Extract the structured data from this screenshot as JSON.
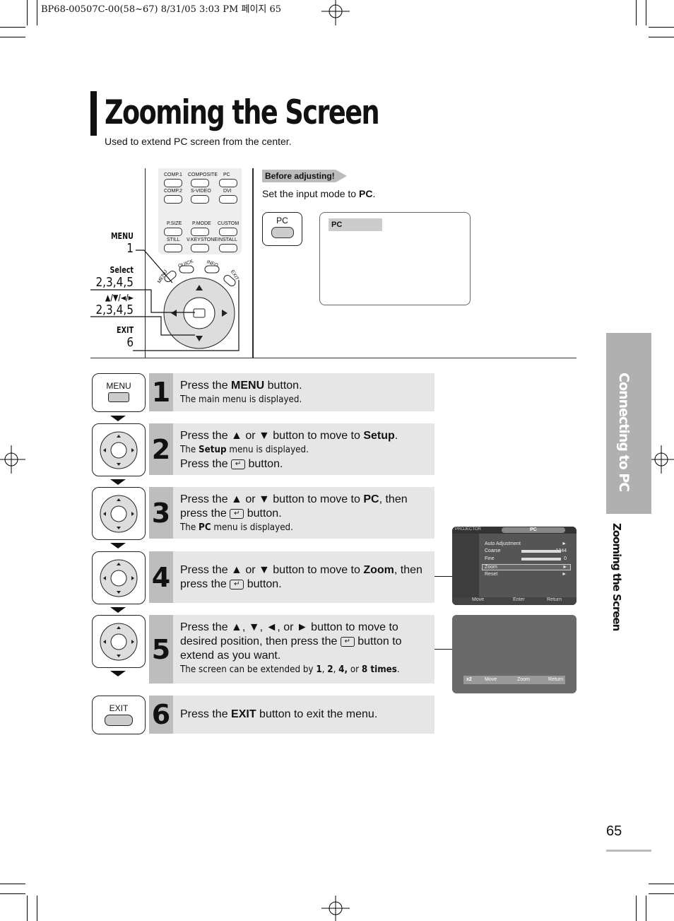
{
  "header": {
    "ref": "BP68-00507C-00(58~67)  8/31/05  3:03 PM 페이지 65"
  },
  "page": {
    "title": "Zooming the Screen",
    "subtitle": "Used to extend PC screen from the center."
  },
  "remote_labels": [
    {
      "name": "MENU",
      "num": "1"
    },
    {
      "name": "Select",
      "num": "2,3,4,5"
    },
    {
      "name": "▲/▼/◄/►",
      "num": "2,3,4,5"
    },
    {
      "name": "EXIT",
      "num": "6"
    }
  ],
  "remote_keys": [
    "COMP.1",
    "COMPOSITE",
    "PC",
    "COMP.2",
    "S-VIDEO",
    "DVI",
    "P.SIZE",
    "P.MODE",
    "CUSTOM",
    "STILL",
    "V.KEYSTONE",
    "INSTALL",
    "MENU",
    "QUICK",
    "INFO",
    "EXIT"
  ],
  "before": {
    "label": "Before adjusting!",
    "text_prefix": "Set the input mode to ",
    "text_bold": "PC",
    "text_suffix": ".",
    "button_label": "PC",
    "screen_tag": "PC"
  },
  "steps": [
    {
      "num": "1",
      "icon": "MENU",
      "lines": [
        {
          "pre": "Press the ",
          "b": "MENU",
          "post": " button."
        },
        {
          "small": true,
          "pre": "The main menu is displayed.",
          "b": "",
          "post": ""
        }
      ]
    },
    {
      "num": "2",
      "lines": [
        {
          "pre": "Press the ▲ or ▼ button to move to ",
          "b": "Setup",
          "post": "."
        },
        {
          "small": true,
          "pre": "The ",
          "b": "Setup",
          "post": " menu is displayed."
        },
        {
          "pre": "Press the ",
          "enter": true,
          "post2": " button."
        }
      ]
    },
    {
      "num": "3",
      "lines": [
        {
          "pre": "Press the ▲ or ▼ button to move to ",
          "b": "PC",
          "post": ", then"
        },
        {
          "pre": "press the ",
          "enter": true,
          "post2": " button."
        },
        {
          "small": true,
          "pre": "The ",
          "b": "PC",
          "post": " menu is displayed."
        }
      ]
    },
    {
      "num": "4",
      "lines": [
        {
          "pre": "Press the ▲ or ▼ button to move to ",
          "b": "Zoom",
          "post": ", then"
        },
        {
          "pre": "press the ",
          "enter": true,
          "post2": " button."
        }
      ]
    },
    {
      "num": "5",
      "lines": [
        {
          "pre": "Press the ▲, ▼, ◄, or ► button to move to",
          "b": "",
          "post": ""
        },
        {
          "pre": "desired position, then press the ",
          "enter": true,
          "post2": " button to"
        },
        {
          "pre": "extend as you want.",
          "b": "",
          "post": ""
        },
        {
          "small": true,
          "pre": "The screen can be extended by ",
          "b": "1",
          "post": ", ",
          "b2": "2",
          "post2b": ", ",
          "b3": "4,",
          "post3": " or ",
          "b4": "8 times",
          "post4": "."
        }
      ]
    },
    {
      "num": "6",
      "icon": "EXIT",
      "lines": [
        {
          "pre": "Press the ",
          "b": "EXIT",
          "post": " button to exit the menu."
        }
      ]
    }
  ],
  "osd1": {
    "header_left": "PROJECTOR",
    "header_tab": "PC",
    "rows": [
      {
        "label": "Auto Adjustment",
        "value": "►"
      },
      {
        "label": "Coarse",
        "value": "1344"
      },
      {
        "label": "Fine",
        "value": "0"
      },
      {
        "label": "Zoom",
        "value": "►"
      },
      {
        "label": "Reset",
        "value": "►"
      }
    ],
    "footer": [
      "Move",
      "Enter",
      "Return"
    ]
  },
  "osd2": {
    "badge": "x2",
    "footer": [
      "Move",
      "Zoom",
      "Return"
    ]
  },
  "sidebar": {
    "section": "Connecting to PC",
    "topic": "Zooming the Screen"
  },
  "page_number": "65"
}
